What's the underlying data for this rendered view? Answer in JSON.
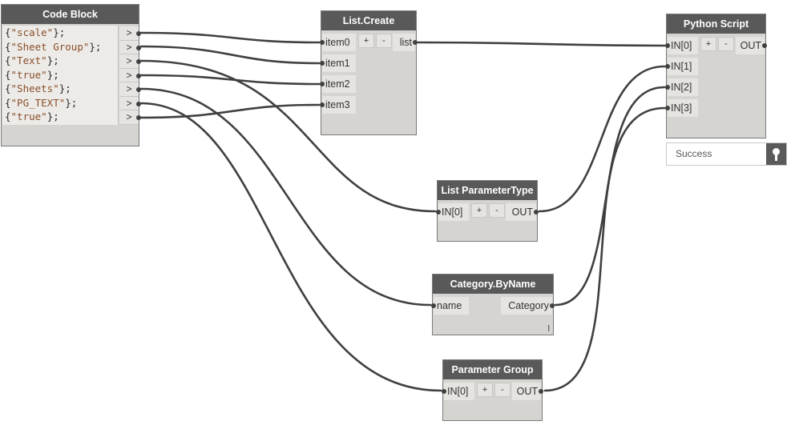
{
  "code_block": {
    "title": "Code Block",
    "lines": [
      {
        "str": "\"scale\"",
        "end": "};"
      },
      {
        "str": "\"Sheet Group\"",
        "end": "};"
      },
      {
        "str": "\"Text\"",
        "end": "};"
      },
      {
        "str": "\"true\"",
        "end": "};"
      },
      {
        "str": "\"Sheets\"",
        "end": "};"
      },
      {
        "str": "\"PG_TEXT\"",
        "end": "};"
      },
      {
        "str": "\"true\"",
        "end": "};"
      }
    ],
    "open_brace": "{",
    "out_port_label": ">"
  },
  "list_create": {
    "title": "List.Create",
    "inputs": [
      "item0",
      "item1",
      "item2",
      "item3"
    ],
    "add_label": "+",
    "remove_label": "-",
    "output": "list"
  },
  "python_script": {
    "title": "Python Script",
    "inputs": [
      "IN[0]",
      "IN[1]",
      "IN[2]",
      "IN[3]"
    ],
    "add_label": "+",
    "remove_label": "-",
    "output": "OUT",
    "status": "Success"
  },
  "list_parameter_type": {
    "title": "List ParameterType",
    "input": "IN[0]",
    "add_label": "+",
    "remove_label": "-",
    "output": "OUT"
  },
  "category_by_name": {
    "title": "Category.ByName",
    "input": "name",
    "output": "Category",
    "lacing": "l"
  },
  "parameter_group": {
    "title": "Parameter Group",
    "input": "IN[0]",
    "add_label": "+",
    "remove_label": "-",
    "output": "OUT"
  },
  "icons": {
    "pin": "pin-icon"
  },
  "colors": {
    "node_header": "#595959",
    "node_body": "#d6d4d0",
    "wire": "#404040",
    "code_string": "#8a4f2a"
  }
}
